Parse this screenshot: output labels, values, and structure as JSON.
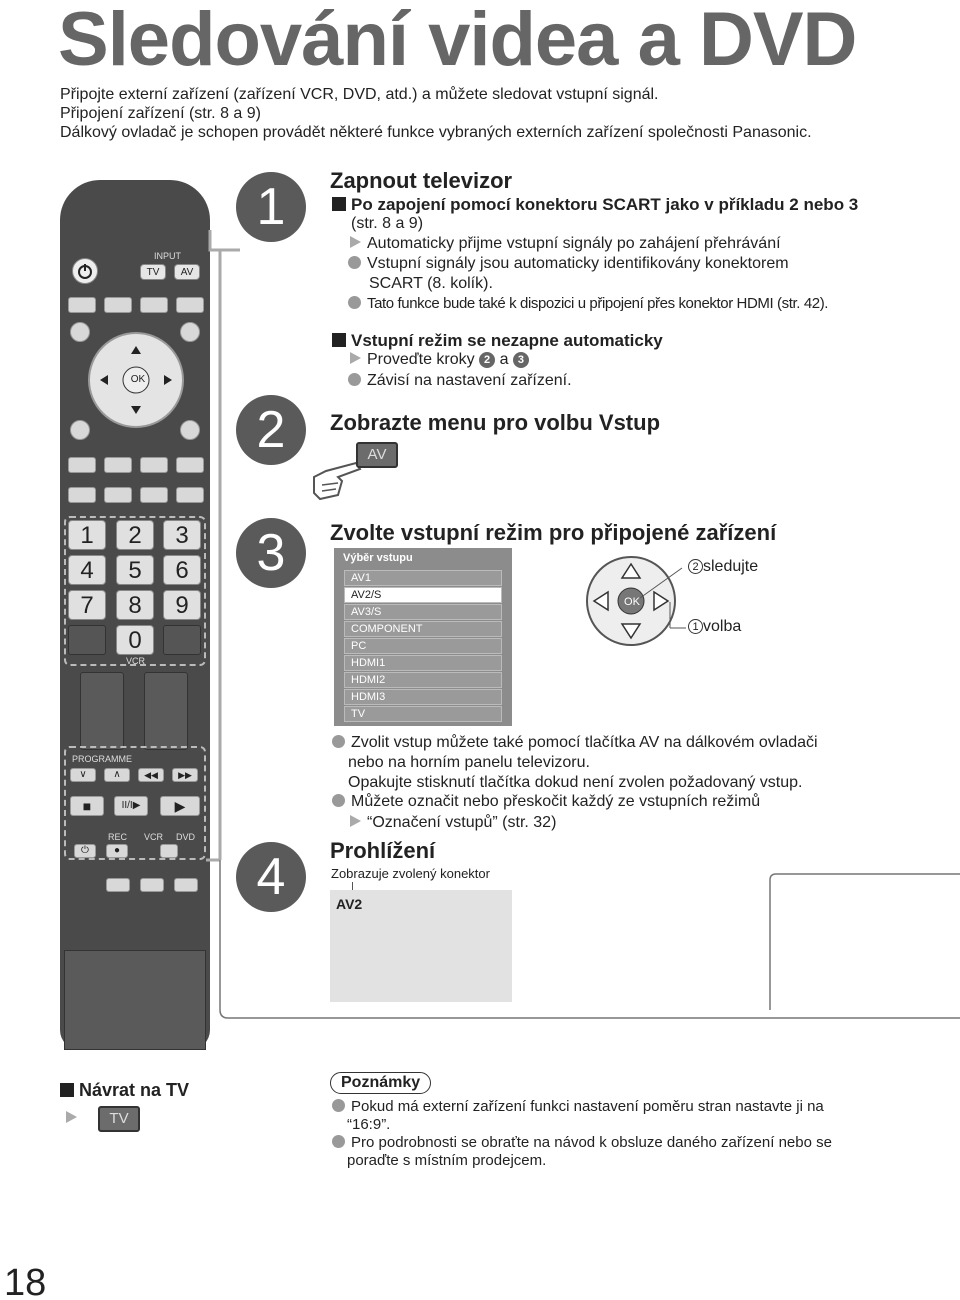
{
  "page": {
    "title": "Sledování videa a DVD",
    "page_number": "18",
    "intro": [
      "Připojte externí zařízení (zařízení VCR, DVD, atd.) a můžete sledovat vstupní signál.",
      "Připojení zařízení (str. 8 a 9)",
      "Dálkový ovladač je schopen provádět některé funkce vybraných externích zařízení společnosti Panasonic."
    ]
  },
  "steps": {
    "s1": {
      "num": "1",
      "heading": "Zapnout televizor",
      "sub1": "Po zapojení pomocí konektoru SCART jako v příkladu 2 nebo 3",
      "sub1b": "(str. 8 a 9)",
      "auto": "Automaticky přijme vstupní signály po zahájení přehrávání",
      "b1": "Vstupní signály jsou automaticky identifikovány konektorem",
      "b1b": "SCART (8. kolík).",
      "b2": "Tato funkce bude také k dispozici u připojení přes konektor HDMI (str. 42).",
      "sub2": "Vstupní režim se nezapne automaticky",
      "proceed_prefix": "Proveďte kroky",
      "k2": "2",
      "and": "a",
      "k3": "3",
      "depends": "Závisí na nastavení zařízení."
    },
    "s2": {
      "num": "2",
      "heading": "Zobrazte menu pro volbu Vstup",
      "av_key": "AV"
    },
    "s3": {
      "num": "3",
      "heading": "Zvolte vstupní režim pro připojené zařízení",
      "menu_title": "Výběr vstupu",
      "menu_items": [
        "AV1",
        "AV2/S",
        "AV3/S",
        "COMPONENT",
        "PC",
        "HDMI1",
        "HDMI2",
        "HDMI3",
        "TV"
      ],
      "menu_selected": "AV2/S",
      "ok": "OK",
      "watch_num": "2",
      "watch": "sledujte",
      "select_num": "1",
      "select": "volba",
      "n1a": "Zvolit vstup můžete také pomocí tlačítka AV na dálkovém ovladači",
      "n1b": "nebo na horním panelu televizoru.",
      "n1c": "Opakujte stisknutí tlačítka dokud není zvolen požadovaný vstup.",
      "n2a": "Můžete označit nebo přeskočit každý ze vstupních režimů",
      "n2b": "“Označení vstupů” (str. 32)"
    },
    "s4": {
      "num": "4",
      "heading": "Prohlížení",
      "caption": "Zobrazuje zvolený konektor",
      "screen_label": "AV2"
    }
  },
  "back": {
    "heading": "Návrat na TV",
    "key": "TV"
  },
  "notes": {
    "label": "Poznámky",
    "n1a": "Pokud má externí zařízení funkci nastavení poměru stran nastavte ji na",
    "n1b": "“16:9”.",
    "n2a": "Pro podrobnosti se obraťte na návod k obsluze daného zařízení nebo se",
    "n2b": "poraďte s místním prodejcem."
  },
  "remote": {
    "input": "INPUT",
    "tv": "TV",
    "av": "AV",
    "ok": "OK",
    "keys": [
      "1",
      "2",
      "3",
      "4",
      "5",
      "6",
      "7",
      "8",
      "9",
      "0"
    ],
    "vcr": "VCR",
    "programme": "PROGRAMME",
    "rec": "REC",
    "vcr2": "VCR",
    "dvd": "DVD",
    "pause": "II/I▶"
  },
  "colors": {
    "title": "#666666",
    "step_circle": "#5a5a5a",
    "menu_bg": "#8c8c8c",
    "remote_body": "#4a4a4a"
  }
}
